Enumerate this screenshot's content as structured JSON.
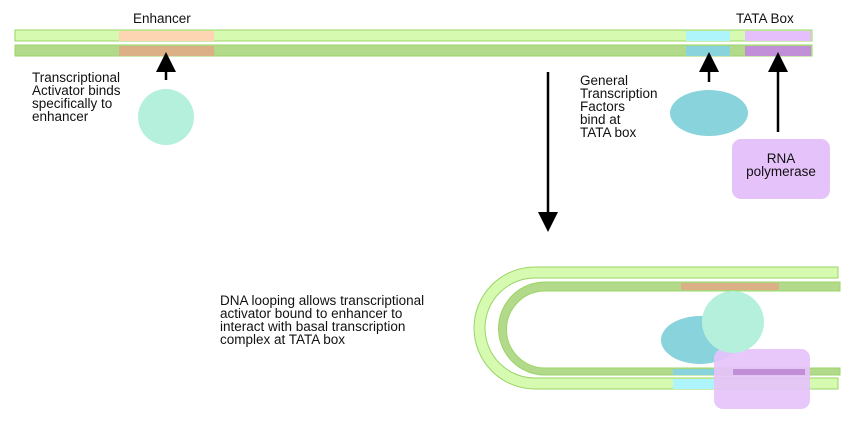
{
  "labels": {
    "enhancer": "Enhancer",
    "tata_box": "TATA Box",
    "activator_note": "Transcriptional\nActivator binds\nspecifically to\nenhancer",
    "gtf_note": "General\nTranscription\nFactors\nbind at\nTATA box",
    "rna_polymerase": "RNA\npolymerase",
    "looping_note": "DNA looping allows transcriptional\nactivator bound to enhancer to\ninteract with basal transcription\ncomplex at TATA box"
  },
  "colors": {
    "strand_light": "#d6fbb0",
    "strand_dark": "#b3d98b",
    "strand_border": "#99d566",
    "enhancer_top": "#fdd5b2",
    "enhancer_bottom": "#dcb087",
    "tata_top": "#adf4fb",
    "tata_bottom": "#88d3dc",
    "promoter_top": "#e4bffb",
    "promoter_bottom": "#c08fd8",
    "activator": "#b5f0dd",
    "gtf": "#88d3dc",
    "polymerase": "#e6c2fb"
  }
}
